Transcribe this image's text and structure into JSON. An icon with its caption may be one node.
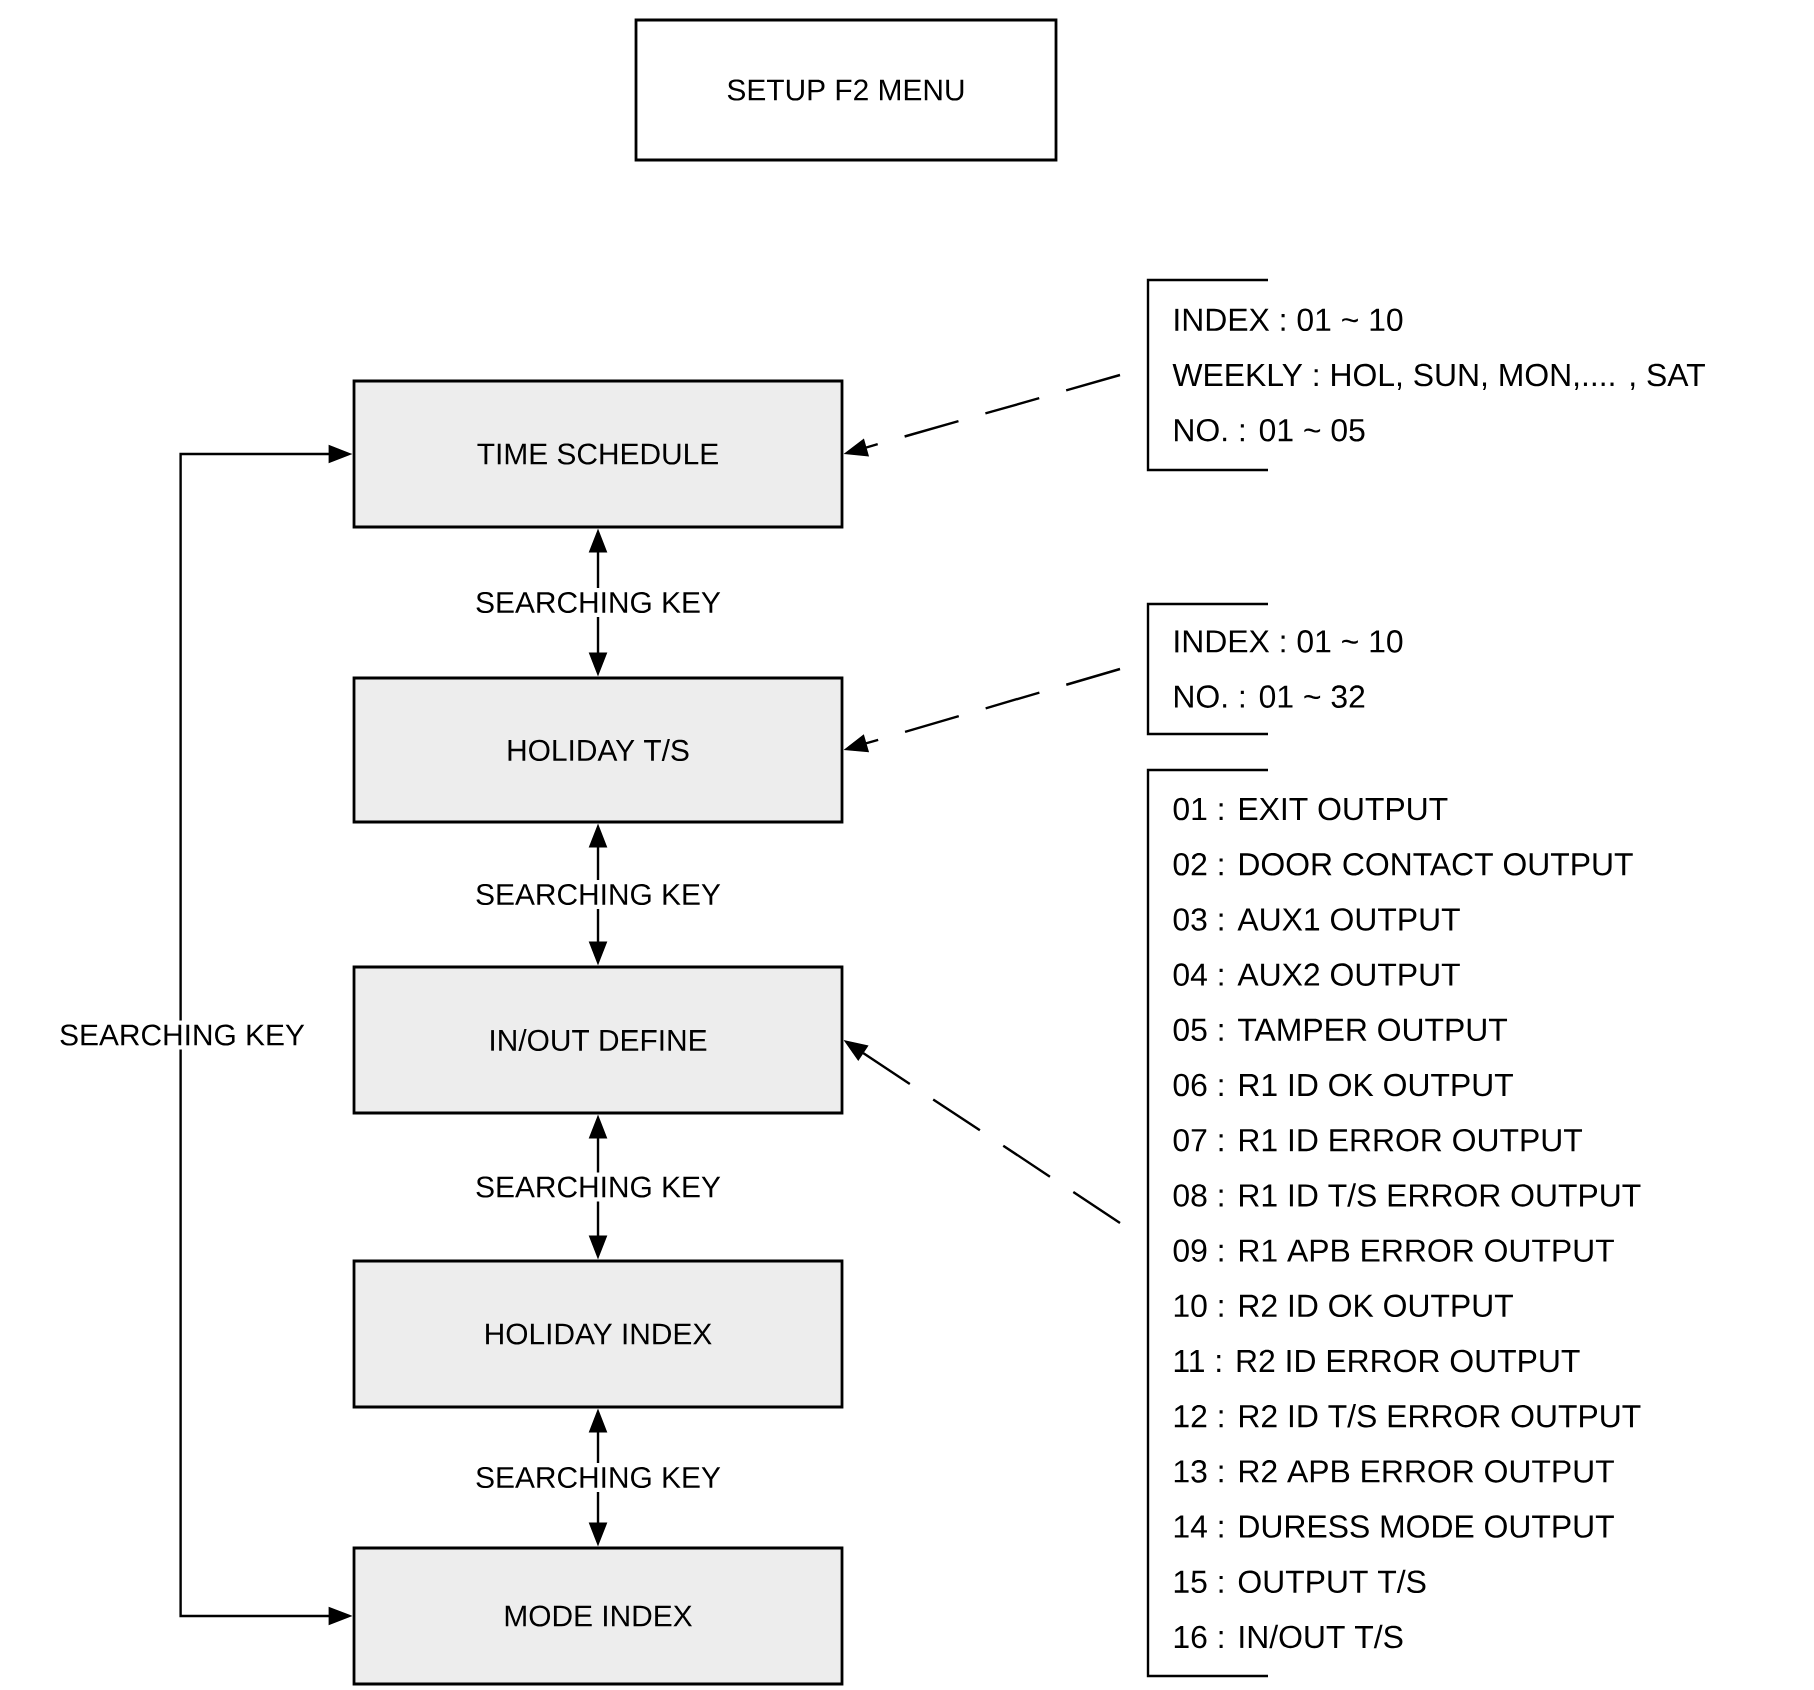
{
  "diagram": {
    "nodes": [
      {
        "text": [
          "SETUP F2 MENU"
        ]
      },
      {
        "text": [
          "TIME SCHEDULE"
        ]
      },
      {
        "text": [
          "HOLIDAY T/S"
        ]
      },
      {
        "text": [
          "IN/OUT DEFINE"
        ]
      },
      {
        "text": [
          "HOLIDAY INDEX"
        ]
      },
      {
        "text": [
          "MODE INDEX"
        ]
      },
      {
        "text": [
          "INDEX : 01 ~ 10",
          "WEEKLY : HOL, SUN, MON,....  , SAT",
          "NO. : 01 ~ 05"
        ]
      },
      {
        "text": [
          "INDEX : 01 ~ 10",
          "NO. : 01 ~ 32"
        ]
      },
      {
        "text": [
          "01 : EXIT OUTPUT",
          "02 : DOOR CONTACT OUTPUT",
          "03 : AUX1 OUTPUT",
          "04 : AUX2 OUTPUT",
          "05 : TAMPER OUTPUT",
          "06 : R1 ID OK OUTPUT",
          "07 : R1 ID ERROR OUTPUT",
          "08 : R1 ID T/S ERROR OUTPUT",
          "09 : R1 APB ERROR OUTPUT",
          "10 : R2 ID OK OUTPUT",
          "11 : R2 ID ERROR OUTPUT",
          "12 : R2 ID T/S ERROR OUTPUT",
          "13 : R2 APB ERROR OUTPUT",
          "14 : DURESS MODE OUTPUT",
          "15 : OUTPUT T/S",
          "16 : IN/OUT T/S"
        ]
      }
    ],
    "edges": [
      {
        "from": 1,
        "to": 2,
        "arrow": "both",
        "label": "SEARCHING KEY"
      },
      {
        "from": 2,
        "to": 3,
        "arrow": "both",
        "label": "SEARCHING KEY"
      },
      {
        "from": 3,
        "to": 4,
        "arrow": "both",
        "label": "SEARCHING KEY"
      },
      {
        "from": 4,
        "to": 5,
        "arrow": "both",
        "label": "SEARCHING KEY"
      },
      {
        "from": 5,
        "to": 1,
        "arrow": "both",
        "label": "SEARCHING KEY"
      },
      {
        "from": 6,
        "to": 1,
        "arrow": "to",
        "style": "dashed"
      },
      {
        "from": 7,
        "to": 2,
        "arrow": "to",
        "style": "dashed"
      },
      {
        "from": 8,
        "to": 3,
        "arrow": "to",
        "style": "dashed"
      }
    ]
  }
}
